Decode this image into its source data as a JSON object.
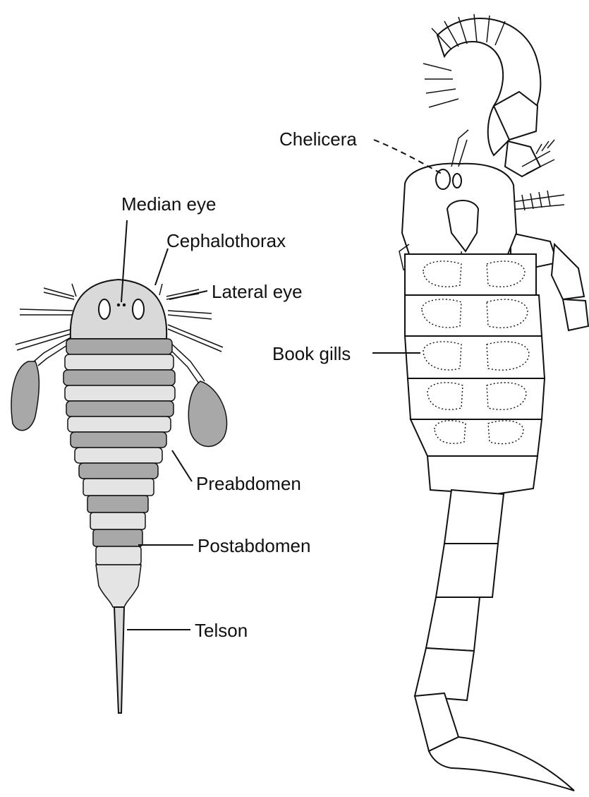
{
  "labels": {
    "median_eye": "Median eye",
    "cephalothorax": "Cephalothorax",
    "lateral_eye": "Lateral eye",
    "preabdomen": "Preabdomen",
    "postabdomen": "Postabdomen",
    "telson": "Telson",
    "chelicera": "Chelicera",
    "book_gills": "Book gills"
  }
}
